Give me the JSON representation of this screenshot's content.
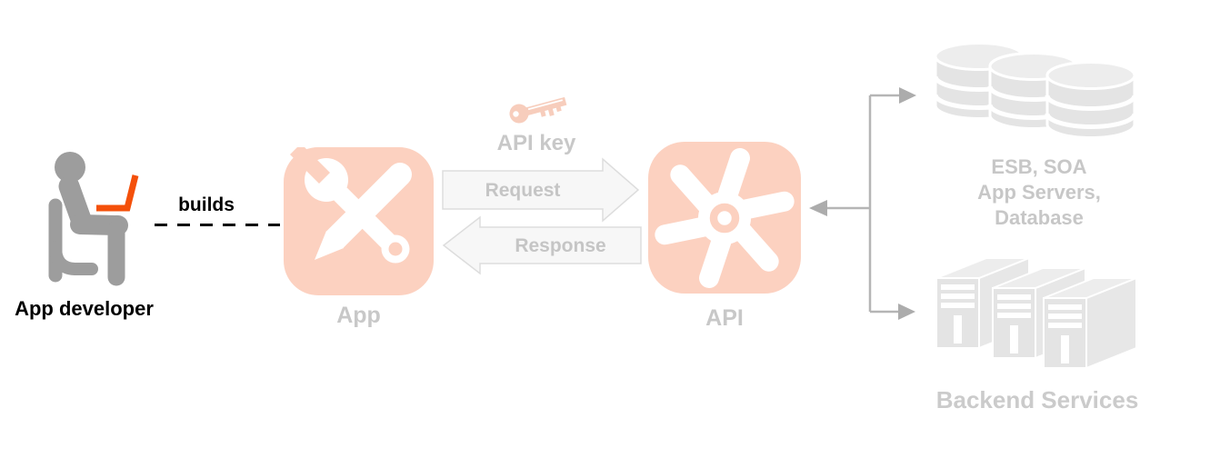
{
  "diagram": {
    "developer": {
      "label": "App developer",
      "builds_label": "builds"
    },
    "app": {
      "label": "App"
    },
    "api_key": {
      "label": "API key"
    },
    "arrows": {
      "request_label": "Request",
      "response_label": "Response"
    },
    "api": {
      "label": "API"
    },
    "backend": {
      "esb_lines": [
        "ESB, SOA",
        "App Servers,",
        "Database"
      ],
      "services_label": "Backend Services"
    }
  },
  "icons": {
    "developer": "person-sitting-with-laptop-icon",
    "app": "wrench-and-pencil-icon",
    "api_key": "key-icon",
    "api": "pinwheel-gear-icon",
    "request": "right-block-arrow-icon",
    "response": "left-block-arrow-icon",
    "connectors": "branching-arrows-icon",
    "databases": "database-cylinders-icon",
    "servers": "server-towers-icon"
  },
  "colors": {
    "accent_salmon": "#FCD1C0",
    "key_salmon": "#F7CDBC",
    "laptop_orange": "#F4500A",
    "figure_gray": "#9D9D9D",
    "label_gray": "#C8C8C8",
    "arrow_text_gray": "#C5C5C5",
    "esb_text_gray": "#C7C7C7",
    "backend_text_gray": "#CBCBCB",
    "arrow_fill": "#F7F7F7",
    "arrow_border": "#DDDDDD",
    "connector_gray": "#B5B5B5",
    "arrowhead_gray": "#ACACAC",
    "shape_gray": "#E4E4E4",
    "shape_gray_light": "#EDEDED",
    "text_black": "#000000"
  }
}
